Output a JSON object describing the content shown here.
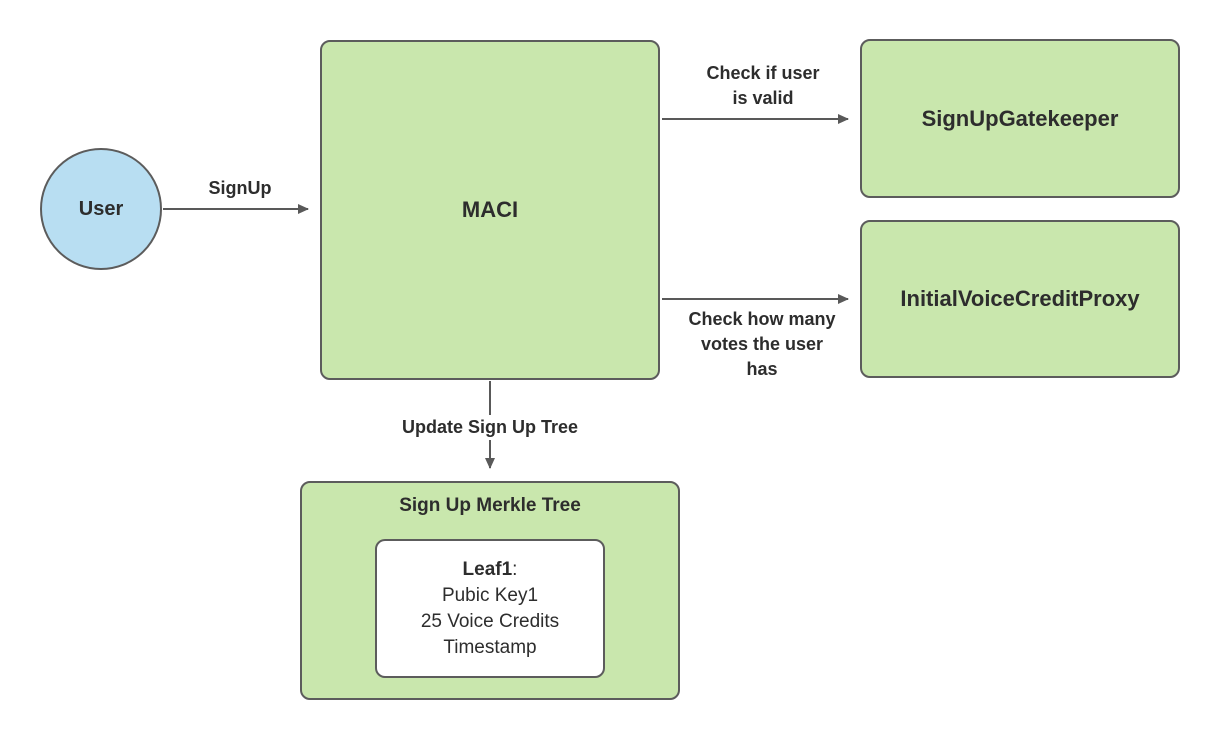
{
  "colors": {
    "canvas-bg": "#ffffff",
    "node-green": "#c9e7ad",
    "node-blue": "#b8def2",
    "node-white": "#ffffff",
    "border-gray": "#5c5c5c",
    "arrow-gray": "#595959",
    "text-dark": "#2d2d2d"
  },
  "nodes": {
    "user": {
      "label": "User"
    },
    "maci": {
      "label": "MACI"
    },
    "gatekeeper": {
      "label": "SignUpGatekeeper"
    },
    "proxy": {
      "label": "InitialVoiceCreditProxy"
    },
    "merkle": {
      "title": "Sign Up Merkle Tree",
      "leaf": {
        "name": "Leaf1",
        "separator": ":",
        "lines": [
          "Pubic Key1",
          "25 Voice Credits",
          "Timestamp"
        ]
      }
    }
  },
  "edges": {
    "signup": {
      "label": "SignUp"
    },
    "check_valid": {
      "label": "Check if user\nis valid"
    },
    "check_votes": {
      "label": "Check how many\nvotes the user\nhas"
    },
    "update_tree": {
      "label": "Update Sign Up Tree"
    }
  }
}
